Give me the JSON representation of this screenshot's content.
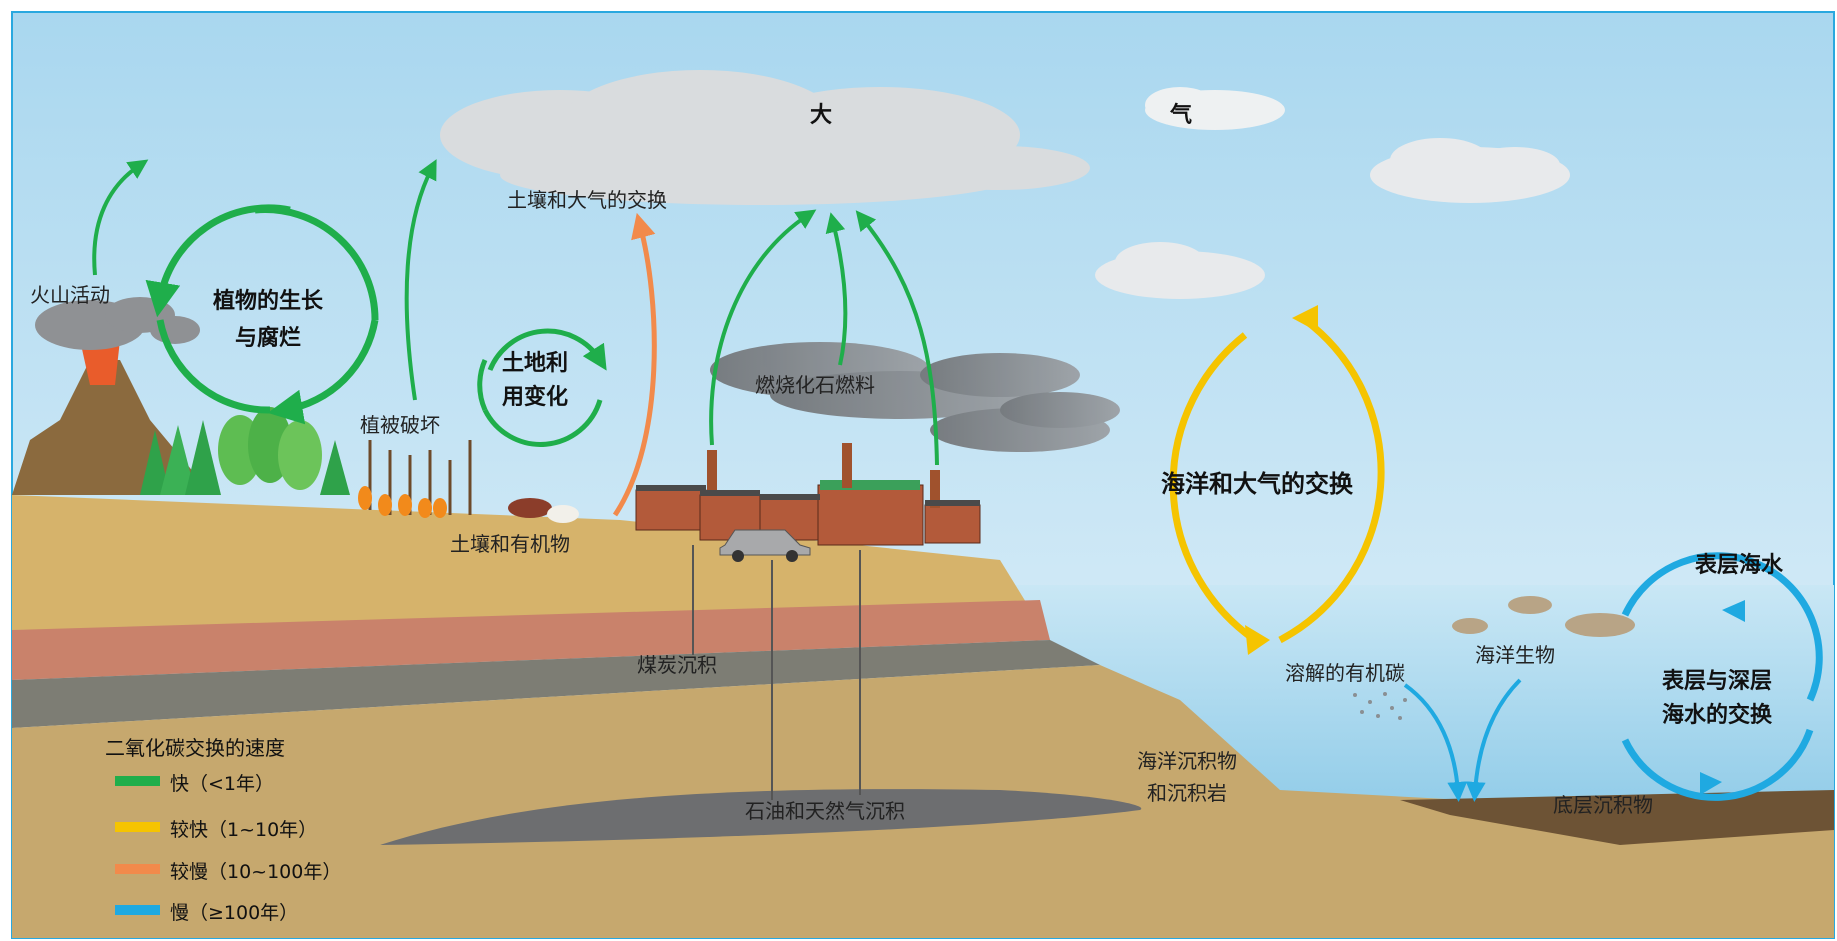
{
  "top_caption": "",
  "labels": {
    "atmosphere_1": "大",
    "atmosphere_2": "气",
    "volcano": "火山活动",
    "plant_cycle": [
      "植物的生长",
      "与腐烂"
    ],
    "vegetation_destruction": "植被破坏",
    "land_use": [
      "土地利",
      "用变化"
    ],
    "soil_atmosphere": "土壤和大气的交换",
    "fossil_fuel": "燃烧化石燃料",
    "soil_organic": "土壤和有机物",
    "coal": "煤炭沉积",
    "oil_gas": "石油和天然气沉积",
    "ocean_atmosphere": "海洋和大气的交换",
    "surface_water": "表层海水",
    "dissolved_carbon": "溶解的有机碳",
    "marine_life": "海洋生物",
    "deep_exchange": [
      "表层与深层",
      "海水的交换"
    ],
    "ocean_sediment": [
      "海洋沉积物",
      "和沉积岩"
    ],
    "bottom_sediment": "底层沉积物"
  },
  "legend": {
    "title": "二氧化碳交换的速度",
    "items": [
      {
        "label": "快（<1年）",
        "color": "#1fae4b"
      },
      {
        "label": "较快（1~10年）",
        "color": "#f5c400"
      },
      {
        "label": "较慢（10~100年）",
        "color": "#f28a4b"
      },
      {
        "label": "慢（≥100年）",
        "color": "#1fa9e1"
      }
    ]
  },
  "colors": {
    "fast": "#1fae4b",
    "medium": "#f5c400",
    "slow": "#f28a4b",
    "very_slow": "#1fa9e1",
    "sky_top": "#a9d7ef",
    "sea": "#a6d8ef",
    "frame": "#29a8df"
  }
}
